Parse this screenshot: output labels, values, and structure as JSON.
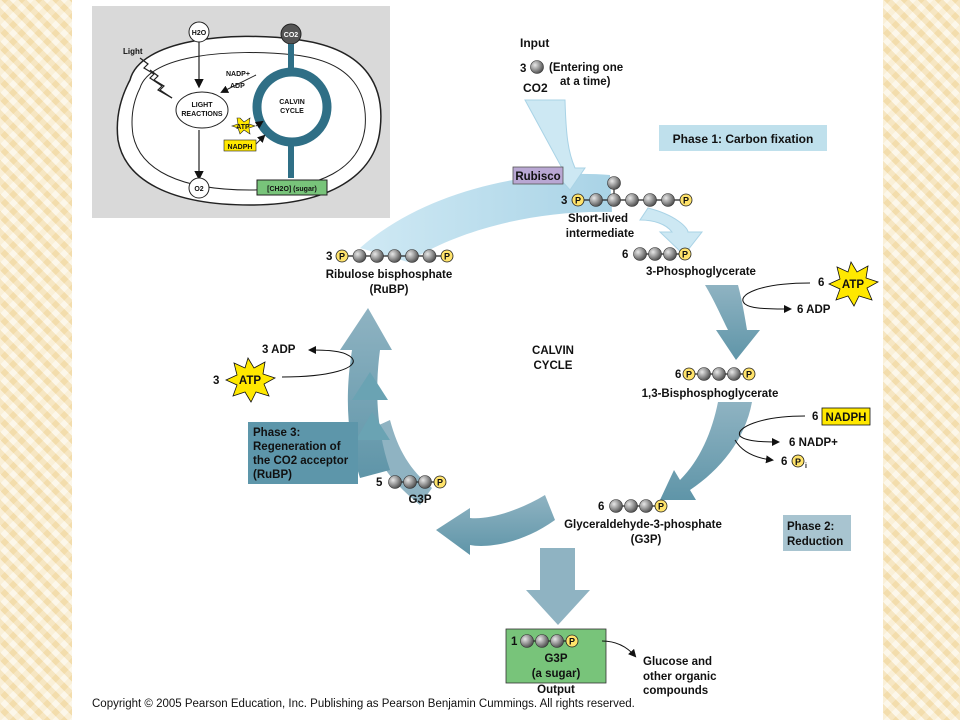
{
  "colors": {
    "blue_light": "#cde8f3",
    "blue_mid": "#a8cde0",
    "blue_dark": "#5f95a8",
    "teal": "#6aa3b3",
    "phase_box": "#bfe0ec",
    "phase3_box": "#5d96aa",
    "green": "#78c47a",
    "yellow": "#ffe800",
    "purple": "#b9a7d3"
  },
  "inset": {
    "light": "Light",
    "h2o": "H2O",
    "co2": "CO2",
    "o2": "O2",
    "light_reactions_1": "LIGHT",
    "light_reactions_2": "REACTIONS",
    "calvin_1": "CALVIN",
    "calvin_2": "CYCLE",
    "nadp": "NADP+",
    "adp": "ADP",
    "atp": "ATP",
    "nadph": "NADPH",
    "sugar": "[CH2O] (sugar)"
  },
  "input": {
    "title": "Input",
    "count": "3",
    "line1": "(Entering one",
    "line2": "at a time)",
    "co2": "CO2"
  },
  "phase1": "Phase 1: Carbon fixation",
  "phase2_line1": "Phase 2:",
  "phase2_line2": "Reduction",
  "phase3_line1": "Phase 3:",
  "phase3_line2": "Regeneration of",
  "phase3_line3": "the CO2 acceptor",
  "phase3_line4": "(RuBP)",
  "rubisco": "Rubisco",
  "intermediate": {
    "count": "3",
    "line1": "Short-lived",
    "line2": "intermediate"
  },
  "pga": {
    "count": "6",
    "name": "3-Phosphoglycerate"
  },
  "bpg": {
    "count": "6",
    "name": "1,3-Bisphosphoglycerate"
  },
  "g3p6": {
    "count": "6",
    "line1": "Glyceraldehyde-3-phosphate",
    "line2": "(G3P)"
  },
  "g3p5": {
    "count": "5",
    "name": "G3P"
  },
  "rubp": {
    "count": "3",
    "line1": "Ribulose bisphosphate",
    "line2": "(RuBP)"
  },
  "center": {
    "line1": "CALVIN",
    "line2": "CYCLE"
  },
  "atp6": {
    "count": "6",
    "label": "ATP",
    "adp": "6 ADP"
  },
  "nadph6": {
    "count": "6",
    "label": "NADPH",
    "nadp": "6 NADP+",
    "pi_count": "6",
    "pi_label": "i"
  },
  "atp3": {
    "count": "3",
    "label": "ATP",
    "adp": "3 ADP"
  },
  "output": {
    "count": "1",
    "line1": "G3P",
    "line2": "(a sugar)",
    "line3": "Output"
  },
  "products": {
    "line1": "Glucose and",
    "line2": "other organic",
    "line3": "compounds"
  },
  "phosphate_symbol": "P",
  "copyright": "Copyright © 2005 Pearson Education, Inc. Publishing as Pearson Benjamin Cummings. All rights reserved."
}
